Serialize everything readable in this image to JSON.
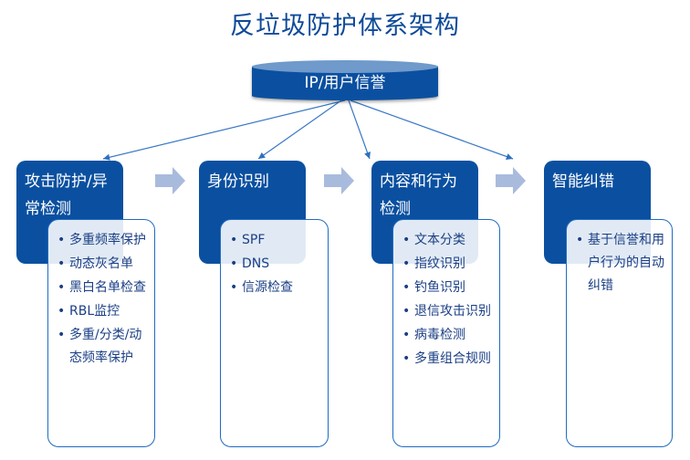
{
  "title": "反垃圾防护体系架构",
  "root": {
    "label": "IP/用户信誉",
    "icon": "database-cylinder-icon"
  },
  "colors": {
    "primary": "#0b50a0",
    "cylinder_top": "#6f9acb",
    "arrow": "#a9bbdd",
    "card_border": "#1f6cc0",
    "text": "#1b3f85",
    "title": "#0e4a99"
  },
  "stages": [
    {
      "label": "攻击防护/异常检测",
      "items": [
        "多重频率保护",
        "动态灰名单",
        "黑白名单检查",
        "RBL监控",
        "多重/分类/动态频率保护"
      ]
    },
    {
      "label": "身份识别",
      "items": [
        "SPF",
        "DNS",
        "信源检查"
      ]
    },
    {
      "label": "内容和行为检测",
      "items": [
        "文本分类",
        "指纹识别",
        "钓鱼识别",
        "退信攻击识别",
        "病毒检测",
        "多重组合规则"
      ]
    },
    {
      "label": "智能纠错",
      "items": [
        "基于信誉和用户行为的自动纠错"
      ]
    }
  ]
}
